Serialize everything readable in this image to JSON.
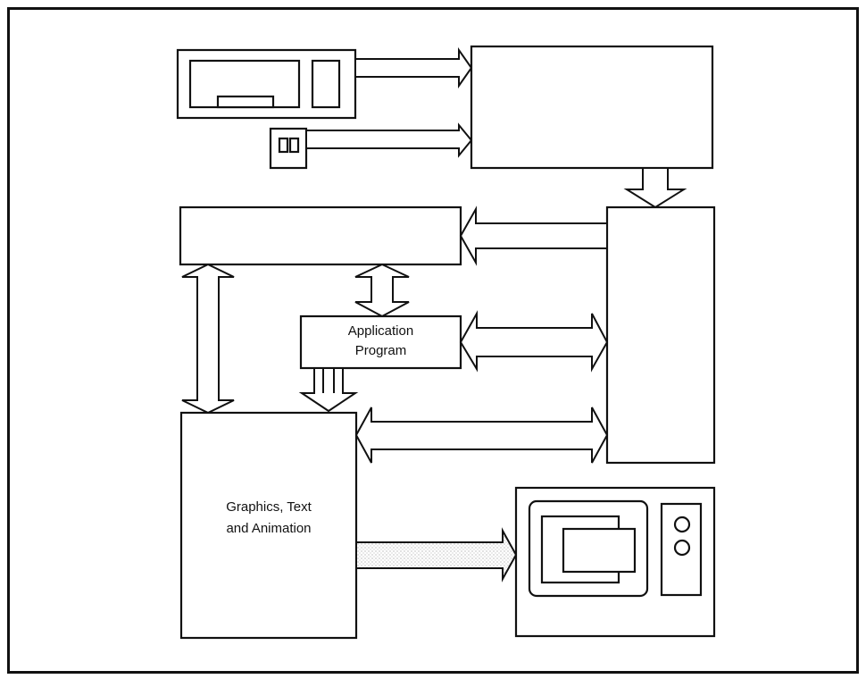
{
  "diagram": {
    "application_program_label_line1": "Application",
    "application_program_label_line2": "Program",
    "graphics_label_line1": "Graphics, Text",
    "graphics_label_line2": "and Animation"
  }
}
